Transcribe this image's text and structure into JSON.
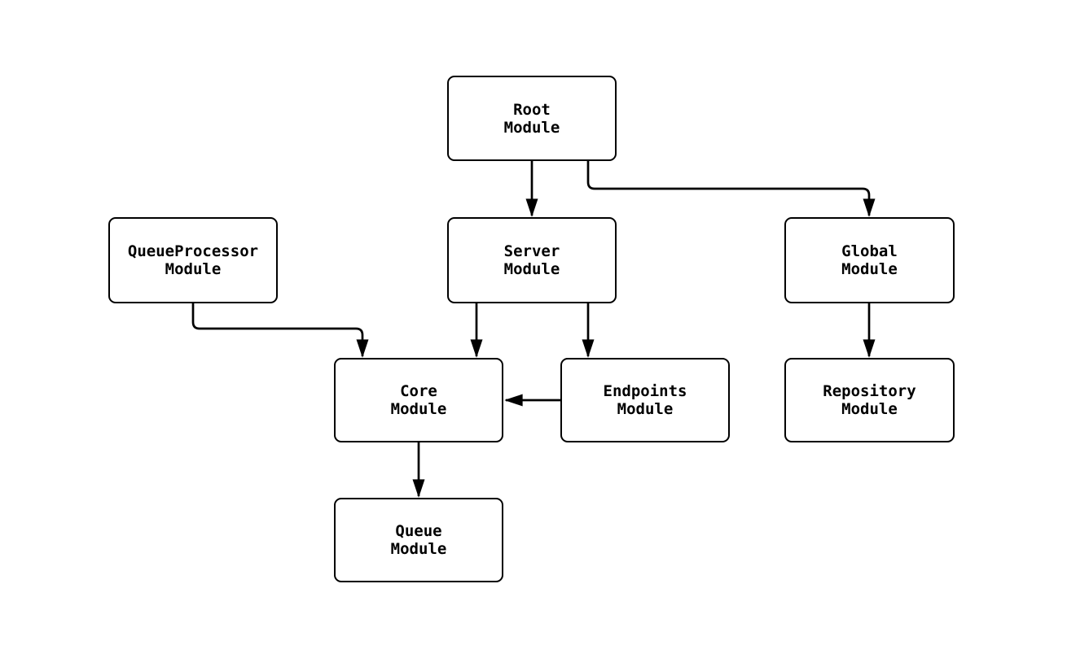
{
  "diagram": {
    "type": "module-dependency-flowchart",
    "colors": {
      "background": "#ffffff",
      "node_fill": "#ffffff",
      "node_border": "#000000",
      "edge_stroke": "#000000",
      "text": "#000000"
    },
    "nodes": {
      "root": {
        "label": "Root\nModule"
      },
      "queue_processor": {
        "label": "QueueProcessor\nModule"
      },
      "server": {
        "label": "Server\nModule"
      },
      "global": {
        "label": "Global\nModule"
      },
      "core": {
        "label": "Core\nModule"
      },
      "endpoints": {
        "label": "Endpoints\nModule"
      },
      "repository": {
        "label": "Repository\nModule"
      },
      "queue": {
        "label": "Queue\nModule"
      }
    },
    "edges": [
      {
        "from": "Root Module",
        "to": "Server Module"
      },
      {
        "from": "Root Module",
        "to": "Global Module"
      },
      {
        "from": "QueueProcessor Module",
        "to": "Core Module"
      },
      {
        "from": "Server Module",
        "to": "Core Module"
      },
      {
        "from": "Server Module",
        "to": "Endpoints Module"
      },
      {
        "from": "Global Module",
        "to": "Repository Module"
      },
      {
        "from": "Endpoints Module",
        "to": "Core Module"
      },
      {
        "from": "Core Module",
        "to": "Queue Module"
      }
    ]
  }
}
